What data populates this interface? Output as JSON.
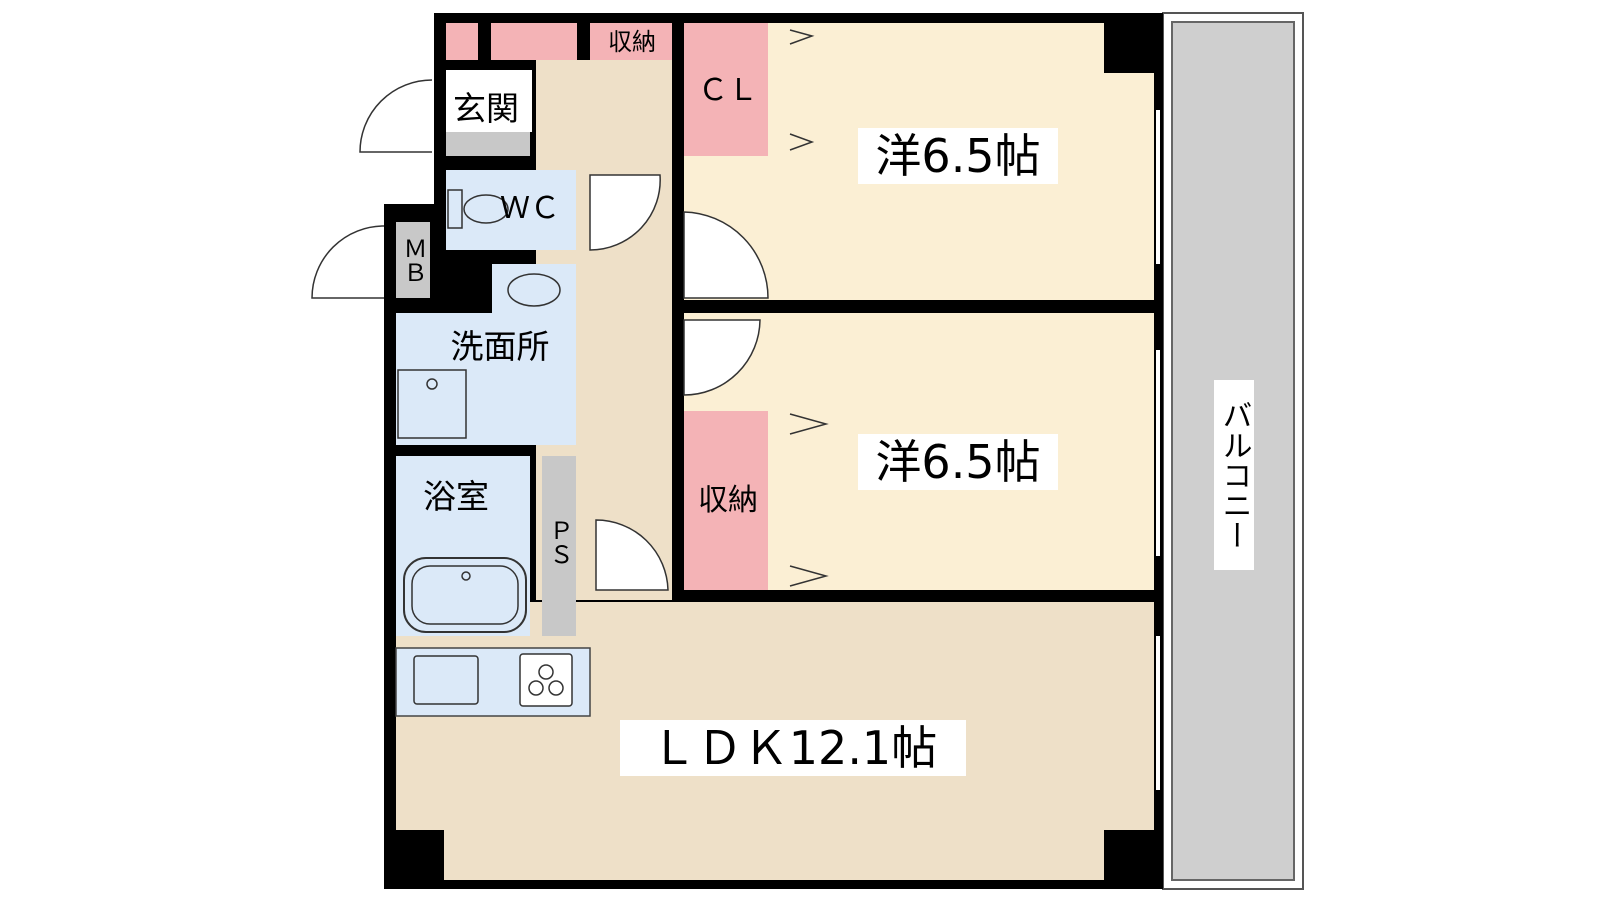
{
  "floorplan": {
    "rooms": {
      "western_room_1": "洋6.5帖",
      "western_room_2": "洋6.5帖",
      "ldk": "ＬＤＫ12.1帖",
      "entrance": "玄関",
      "wc": "ＷＣ",
      "closet": "ＣＬ",
      "storage_top": "収納",
      "storage_room2": "収納",
      "washroom": "洗面所",
      "bathroom": "浴室",
      "balcony": "バルコニー",
      "mb": "ＭＢ",
      "ps": "ＰＳ"
    },
    "colors": {
      "wall": "#000000",
      "western_room_floor": "#fbefd4",
      "ldk_floor": "#eee0c8",
      "wet_area": "#dbe9f8",
      "storage": "#f4b3b6",
      "balcony": "#cfcfcf",
      "utility": "#c8c8c8"
    }
  }
}
